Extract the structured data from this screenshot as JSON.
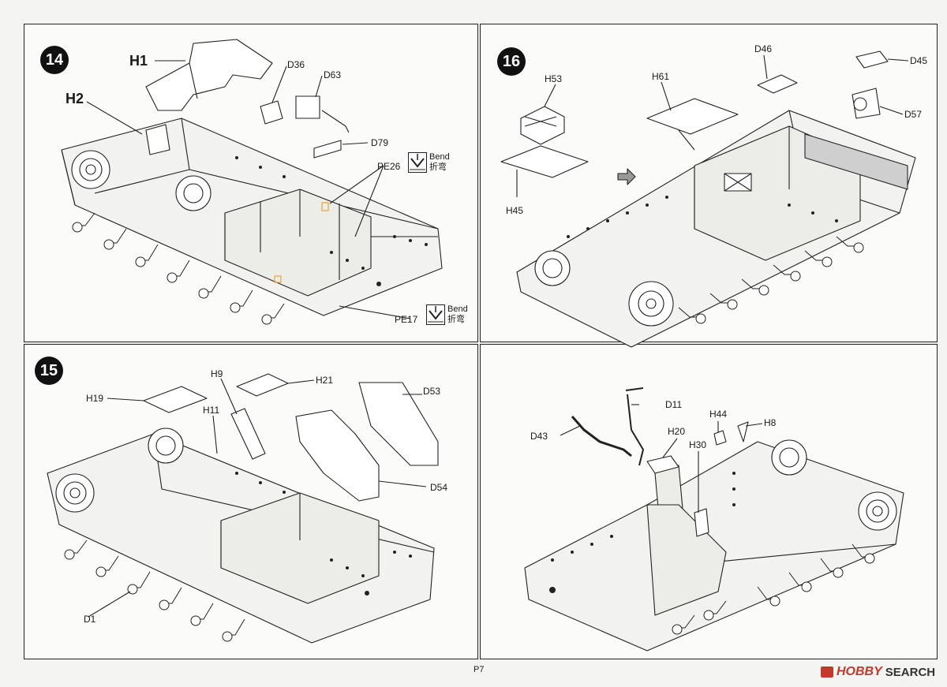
{
  "page": {
    "number": "P7"
  },
  "watermark": {
    "brand": "HOBBY",
    "product": "SEARCH"
  },
  "steps": [
    {
      "number": "14",
      "labels": {
        "h1": "H1",
        "h2": "H2",
        "d36": "D36",
        "d63": "D63",
        "d79": "D79",
        "pe26": "PE26",
        "pe17": "PE17"
      },
      "bend_notes": [
        {
          "en": "Bend",
          "zh": "折弯"
        },
        {
          "en": "Bend",
          "zh": "折弯"
        }
      ]
    },
    {
      "number": "15",
      "labels": {
        "h19": "H19",
        "h9": "H9",
        "h21": "H21",
        "h11": "H11",
        "d53": "D53",
        "d54": "D54",
        "d1": "D1"
      }
    },
    {
      "number": "16",
      "labels": {
        "d46": "D46",
        "d45": "D45",
        "h53": "H53",
        "h61": "H61",
        "d57": "D57",
        "h45": "H45"
      }
    },
    {
      "number": "",
      "labels": {
        "d11": "D11",
        "d43": "D43",
        "h20": "H20",
        "h44": "H44",
        "h8": "H8",
        "h30": "H30"
      }
    }
  ],
  "colors": {
    "line": "#222222",
    "badge": "#111111",
    "accent": "#c0392b",
    "highlight": "#e8a33a"
  }
}
